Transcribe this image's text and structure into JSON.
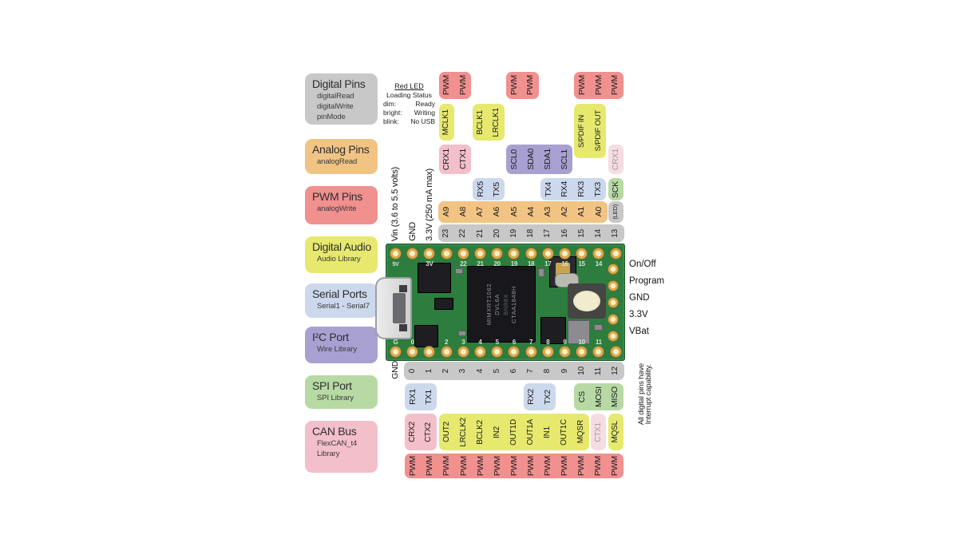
{
  "colors": {
    "digital": "#c8c8c8",
    "analog": "#f2c484",
    "pwm": "#f0908f",
    "audio": "#e6e96e",
    "serial": "#ccd8ec",
    "i2c": "#a9a0d2",
    "spi": "#b7daa4",
    "can": "#f3bfca",
    "can_alt": "#f6dce3",
    "faded_text": "#a59aa0",
    "label_text": "#1c1c1c",
    "board_green": "#2c7d3e"
  },
  "legend": [
    {
      "title": "Digital Pins",
      "lines": [
        "digitalRead",
        "digitalWrite",
        "pinMode"
      ],
      "color_key": "digital"
    },
    {
      "title": "Analog Pins",
      "lines": [
        "analogRead"
      ],
      "color_key": "analog"
    },
    {
      "title": "PWM Pins",
      "lines": [
        "analogWrite"
      ],
      "color_key": "pwm"
    },
    {
      "title": "Digital Audio",
      "lines": [
        "Audio Library"
      ],
      "color_key": "audio"
    },
    {
      "title": "Serial Ports",
      "lines": [
        "Serial1 - Serial7"
      ],
      "color_key": "serial"
    },
    {
      "title": "I²C Port",
      "lines": [
        "Wire Library"
      ],
      "color_key": "i2c"
    },
    {
      "title": "SPI Port",
      "lines": [
        "SPI Library"
      ],
      "color_key": "spi"
    },
    {
      "title": "CAN Bus",
      "lines": [
        "FlexCAN_t4",
        "Library"
      ],
      "color_key": "can"
    }
  ],
  "led_note": {
    "title": "Red LED",
    "subtitle": "Loading Status",
    "rows": [
      {
        "k": "dim:",
        "v": "Ready"
      },
      {
        "k": "bright:",
        "v": "Writing"
      },
      {
        "k": "blink:",
        "v": "No USB"
      }
    ]
  },
  "power_labels": {
    "vin": "Vin (3.6 to 5.5 volts)",
    "gnd": "GND",
    "v33": "3.3V (250 mA max)"
  },
  "top_side": {
    "numbers": [
      "23",
      "22",
      "21",
      "20",
      "19",
      "18",
      "17",
      "16",
      "15",
      "14",
      "13"
    ],
    "analog_labels": [
      "A9",
      "A8",
      "A7",
      "A6",
      "A5",
      "A4",
      "A3",
      "A2",
      "A1",
      "A0"
    ],
    "led_label": "(LED)",
    "groups": [
      {
        "row": "pwm",
        "c": "pwm",
        "s": 0,
        "labels": [
          "PWM",
          "PWM"
        ]
      },
      {
        "row": "pwm",
        "c": "pwm",
        "s": 4,
        "labels": [
          "PWM",
          "PWM"
        ]
      },
      {
        "row": "pwm",
        "c": "pwm",
        "s": 8,
        "labels": [
          "PWM",
          "PWM",
          "PWM"
        ]
      },
      {
        "row": "audio",
        "c": "audio",
        "s": 0,
        "labels": [
          "MCLK1"
        ]
      },
      {
        "row": "audio",
        "c": "audio",
        "s": 2,
        "labels": [
          "BCLK1",
          "LRCLK1"
        ]
      },
      {
        "row": "audio_tall",
        "c": "audio",
        "s": 8,
        "labels": [
          "S/PDIF IN",
          "S/PDIF OUT"
        ]
      },
      {
        "row": "bus",
        "c": "can",
        "s": 0,
        "labels": [
          "CRX1",
          "CTX1"
        ]
      },
      {
        "row": "bus",
        "c": "i2c",
        "s": 4,
        "labels": [
          "SCL0",
          "SDA0",
          "SDA1",
          "SCL1"
        ]
      },
      {
        "row": "bus",
        "c": "can_alt",
        "s": 10,
        "labels": [
          "CRX1"
        ],
        "faded": true
      },
      {
        "row": "serial",
        "c": "serial",
        "s": 2,
        "labels": [
          "RX5",
          "TX5"
        ]
      },
      {
        "row": "serial",
        "c": "serial",
        "s": 6,
        "labels": [
          "TX4",
          "RX4",
          "RX3",
          "TX3"
        ]
      },
      {
        "row": "serial",
        "c": "spi",
        "s": 10,
        "labels": [
          "SCK"
        ]
      }
    ]
  },
  "bottom_side": {
    "gnd_label": "GND",
    "numbers": [
      "0",
      "1",
      "2",
      "3",
      "4",
      "5",
      "6",
      "7",
      "8",
      "9",
      "10",
      "11",
      "12"
    ],
    "groups": [
      {
        "row": "serial",
        "c": "serial",
        "s": 0,
        "labels": [
          "RX1",
          "TX1"
        ]
      },
      {
        "row": "serial",
        "c": "serial",
        "s": 7,
        "labels": [
          "RX2",
          "TX2"
        ]
      },
      {
        "row": "serial",
        "c": "spi",
        "s": 10,
        "labels": [
          "CS",
          "MOSI",
          "MISO"
        ]
      },
      {
        "row": "audio",
        "c": "can",
        "s": 0,
        "labels": [
          "CRX2",
          "CTX2"
        ]
      },
      {
        "row": "audio",
        "c": "audio",
        "s": 2,
        "labels": [
          "OUT2",
          "LRCLK2",
          "BCLK2",
          "IN2",
          "OUT1D",
          "OUT1A",
          "IN1",
          "OUT1C",
          "MQSR"
        ]
      },
      {
        "row": "audio",
        "c": "can_alt",
        "s": 11,
        "labels": [
          "CTX1"
        ],
        "faded": true
      },
      {
        "row": "audio",
        "c": "audio",
        "s": 12,
        "labels": [
          "MQSL"
        ]
      },
      {
        "row": "pwm",
        "c": "pwm",
        "s": 0,
        "labels": [
          "PWM",
          "PWM",
          "PWM",
          "PWM",
          "PWM",
          "PWM",
          "PWM",
          "PWM",
          "PWM",
          "PWM",
          "PWM",
          "PWM",
          "PWM"
        ]
      }
    ]
  },
  "board": {
    "chip_lines": [
      "MIMXRT1062",
      "DVL6A",
      "BN88X",
      "CTAA1848H"
    ],
    "silk_top": [
      "5V",
      "",
      "3V",
      "",
      "22",
      "21",
      "20",
      "19",
      "18",
      "17",
      "16",
      "15",
      "14",
      ""
    ],
    "silk_bottom": [
      "G",
      "0",
      "",
      "2",
      "3",
      "4",
      "5",
      "6",
      "7",
      "8",
      "9",
      "10",
      "11",
      ""
    ],
    "right_pin_labels": [
      "On/Off",
      "Program",
      "GND",
      "3.3V",
      "VBat"
    ]
  },
  "note_right": {
    "line1": "All digital pins have",
    "line2": "Interrupt capability."
  }
}
